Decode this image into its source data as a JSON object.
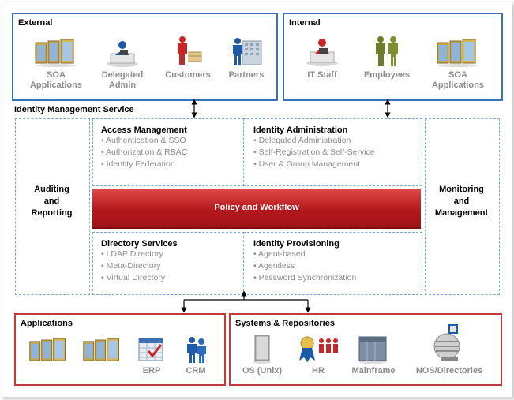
{
  "external": {
    "title": "External",
    "items": [
      {
        "label_line1": "SOA",
        "label_line2": "Applications",
        "icon": "server-stack-icon"
      },
      {
        "label_line1": "Delegated",
        "label_line2": "Admin",
        "icon": "admin-desk-icon"
      },
      {
        "label_line1": "Customers",
        "label_line2": "",
        "icon": "customer-icon"
      },
      {
        "label_line1": "Partners",
        "label_line2": "",
        "icon": "partner-building-icon"
      }
    ]
  },
  "internal": {
    "title": "Internal",
    "items": [
      {
        "label_line1": "IT Staff",
        "label_line2": "",
        "icon": "it-staff-icon"
      },
      {
        "label_line1": "Employees",
        "label_line2": "",
        "icon": "employees-icon"
      },
      {
        "label_line1": "SOA",
        "label_line2": "Applications",
        "icon": "server-stack-icon"
      }
    ]
  },
  "identity_management": {
    "title": "Identity Management Service",
    "auditing": [
      "Auditing",
      "and",
      "Reporting"
    ],
    "monitoring": [
      "Monitoring",
      "and",
      "Management"
    ],
    "access_management": {
      "title": "Access Management",
      "items": [
        "• Authentication & SSO",
        "• Authorization & RBAC",
        "• Identity Federation"
      ]
    },
    "identity_administration": {
      "title": "Identity Administration",
      "items": [
        "• Delegated Administration",
        "• Self-Registration & Self-Service",
        "• User & Group Management"
      ]
    },
    "policy_workflow": "Policy and Workflow",
    "directory_services": {
      "title": "Directory Services",
      "items": [
        "• LDAP Directory",
        "• Meta-Directory",
        "• Virtual Directory"
      ]
    },
    "identity_provisioning": {
      "title": "Identity Provisioning",
      "items": [
        "• Agent-based",
        "• Agentless",
        "• Password Synchronization"
      ]
    }
  },
  "applications": {
    "title": "Applications",
    "items": [
      {
        "label": "",
        "icon": "server-stack-icon"
      },
      {
        "label": "",
        "icon": "server-stack-icon"
      },
      {
        "label": "ERP",
        "icon": "erp-icon"
      },
      {
        "label": "CRM",
        "icon": "crm-icon"
      }
    ]
  },
  "systems": {
    "title": "Systems & Repositories",
    "items": [
      {
        "label": "OS (Unix)",
        "icon": "unix-server-icon"
      },
      {
        "label": "HR",
        "icon": "hr-icon"
      },
      {
        "label": "Mainframe",
        "icon": "mainframe-icon"
      },
      {
        "label": "NOS/Directories",
        "icon": "nos-directories-icon"
      }
    ]
  },
  "colors": {
    "blue_border": "#3b72b7",
    "red_border": "#c0393b",
    "dashed_border": "#7aa7d4",
    "policy_red": "#c0252a"
  }
}
